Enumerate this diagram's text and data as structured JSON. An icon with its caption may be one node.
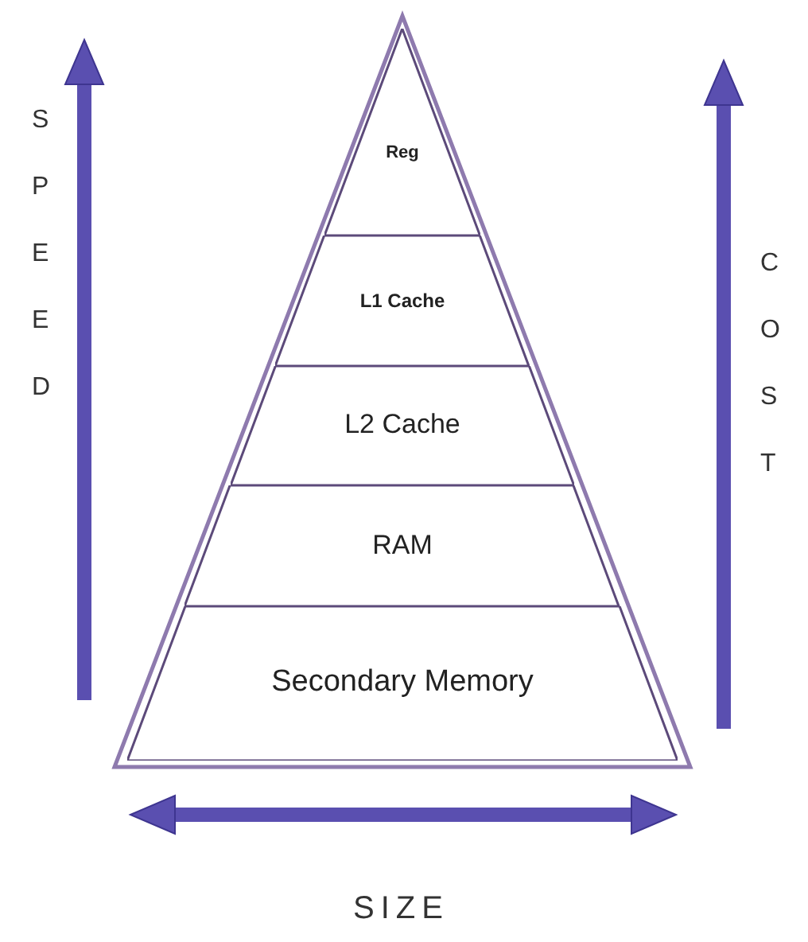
{
  "diagram": {
    "nodes": [
      {
        "text": [
          "Reg"
        ]
      },
      {
        "text": [
          "L1 Cache"
        ]
      },
      {
        "text": [
          "L2 Cache"
        ]
      },
      {
        "text": [
          "RAM"
        ]
      },
      {
        "text": [
          "Secondary Memory"
        ]
      }
    ],
    "labels": [
      "SPEED",
      "COST",
      "SIZE"
    ]
  }
}
